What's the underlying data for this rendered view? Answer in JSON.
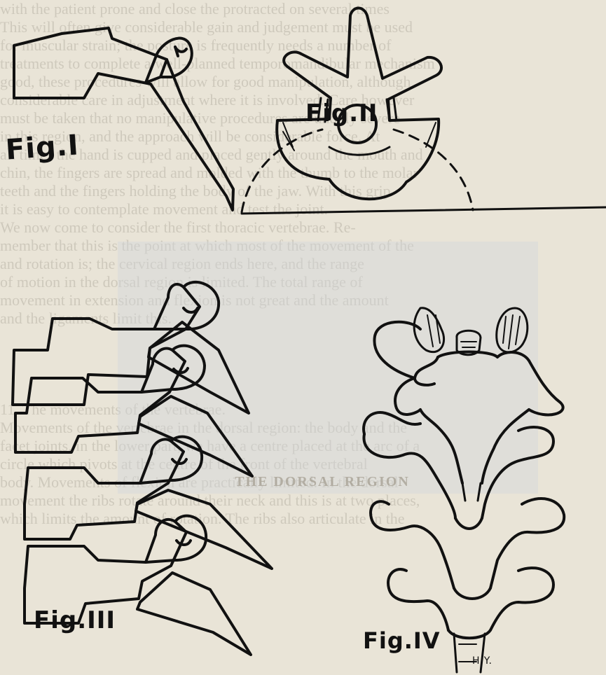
{
  "figures": {
    "fig1": "Fig.I",
    "fig2": "Fig.II",
    "fig3": "Fig.III",
    "fig4": "Fig.IV",
    "initials": "H.Y."
  },
  "section_heading": "THE DORSAL REGION",
  "background_lines": [
    "with the patient prone and close the protracted on several times",
    "This will often give considerable gain and judgement must be used",
    "for muscular strain; the posture is frequently needs a number of",
    "treatments to complete a well-planned temporomandibular mechanism",
    "good, these procedures will allow for good manipulation, although",
    "considerable care in adjustment where it is involved. Care however",
    "must be taken that no manipulative procedures are unduly severe",
    "in this region, and the approach will be considerable force. At",
    "all times the hand is cupped and placed gently around the mouth and",
    "chin, the fingers are spread and molded with the thumb to the molar",
    "teeth and the fingers holding the body of the jaw. With this grip",
    "it is easy to contemplate movement and test the joint.",
    "We now come to consider the first thoracic vertebrae. Re-",
    "member that this is the point at which most of the movement of the",
    "and rotation is; the cervical region ends here, and the range",
    "of motion in the dorsal region is limited. The total range of",
    "movement in extension and flexion is not great and the amount",
    "and the ligaments limit this.",
    "",
    "",
    "",
    "",
    "11. The movements of the vertebrae.",
    "Movements of the vertebrae in the dorsal region: the body and the",
    "facet joints, in the lower part, we have a centre placed at the arc of a",
    "circle which pivots at the centre of the front of the vertebral",
    "body. Movements of flexion are practically limited. In the dorsal",
    "movement the ribs rotate around their neck and this is at two places,",
    "which limits the amount of rotation. The ribs also articulate in the"
  ]
}
